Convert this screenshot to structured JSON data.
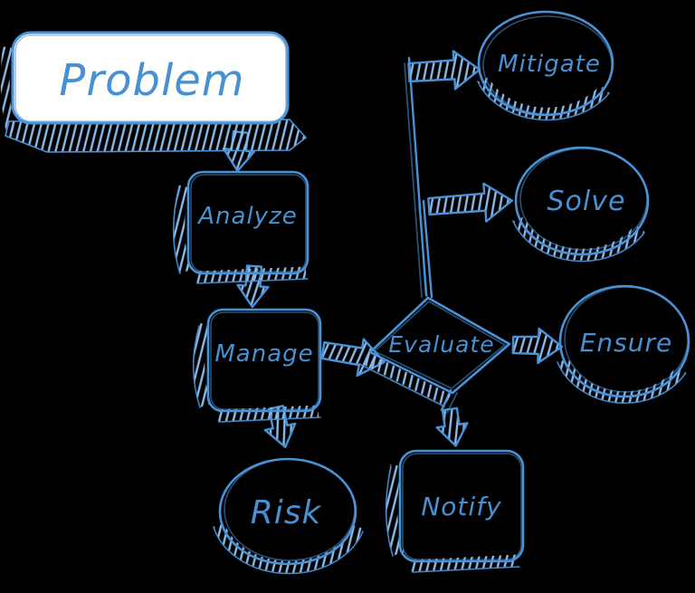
{
  "title": "Problem handling flowchart (hand-drawn sketch style)",
  "background": "#000000",
  "palette": {
    "ink": "#4a92d6",
    "hatch": "#8abbe8",
    "text": "#4791d3",
    "problem_fill": "#ffffff"
  },
  "nodes": {
    "problem": {
      "label": "Problem",
      "shape": "rounded-rectangle"
    },
    "analyze": {
      "label": "Analyze",
      "shape": "rounded-rectangle"
    },
    "manage": {
      "label": "Manage",
      "shape": "rounded-rectangle"
    },
    "risk": {
      "label": "Risk",
      "shape": "ellipse"
    },
    "evaluate": {
      "label": "Evaluate",
      "shape": "diamond"
    },
    "mitigate": {
      "label": "Mitigate",
      "shape": "ellipse"
    },
    "solve": {
      "label": "Solve",
      "shape": "ellipse"
    },
    "ensure": {
      "label": "Ensure",
      "shape": "ellipse"
    },
    "notify": {
      "label": "Notify",
      "shape": "rounded-rectangle"
    }
  },
  "edges": [
    {
      "from": "problem",
      "to": "analyze",
      "style": "hatched-block-arrow-down"
    },
    {
      "from": "analyze",
      "to": "manage",
      "style": "hatched-block-arrow-down"
    },
    {
      "from": "manage",
      "to": "risk",
      "style": "hatched-block-arrow-down"
    },
    {
      "from": "manage",
      "to": "evaluate",
      "style": "hatched-block-arrow-right"
    },
    {
      "from": "evaluate",
      "to": "mitigate",
      "style": "line-up-then-block-arrow-right"
    },
    {
      "from": "evaluate",
      "to": "solve",
      "style": "line-up-then-block-arrow-right"
    },
    {
      "from": "evaluate",
      "to": "ensure",
      "style": "hatched-block-arrow-right"
    },
    {
      "from": "evaluate",
      "to": "notify",
      "style": "line-down-then-block-arrow-down"
    }
  ]
}
